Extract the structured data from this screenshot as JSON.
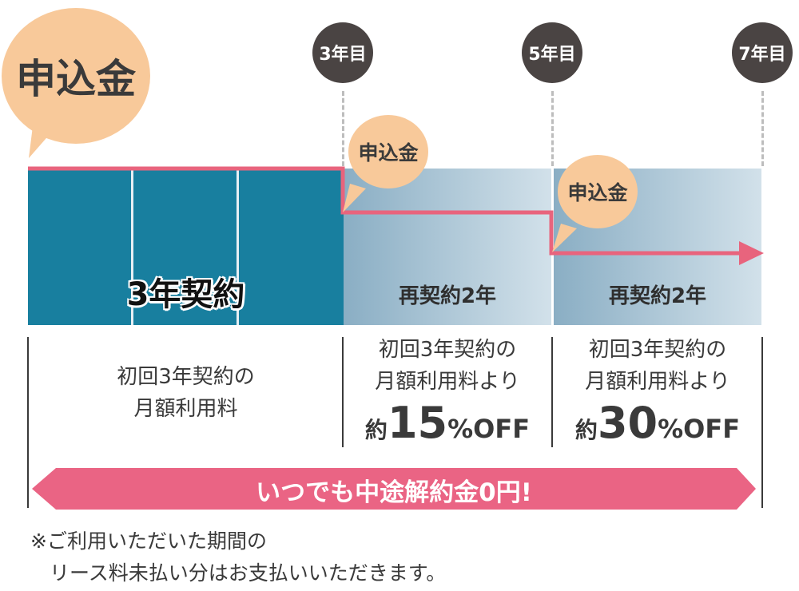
{
  "application_fee_big": "申込金",
  "application_fee_small_1": "申込金",
  "application_fee_small_2": "申込金",
  "year_markers": [
    "3年目",
    "5年目",
    "7年目"
  ],
  "initial_contract": {
    "title": "3年契約",
    "description_line1": "初回3年契約の",
    "description_line2": "月額利用料"
  },
  "renewals": [
    {
      "title": "再契約2年",
      "line1": "初回3年契約の",
      "line2": "月額利用料より",
      "prefix": "約",
      "number": "15",
      "suffix": "%OFF"
    },
    {
      "title": "再契約2年",
      "line1": "初回3年契約の",
      "line2": "月額利用料より",
      "prefix": "約",
      "number": "30",
      "suffix": "%OFF"
    }
  ],
  "cancellation_banner": "いつでも中途解約金0円!",
  "note_line1": "※ご利用いただいた期間の",
  "note_line2": "リース料未払い分はお支払いいただきます。",
  "colors": {
    "initial_band": "#187f9f",
    "price_line": "#e8647d",
    "bubble": "#f8c99a",
    "year_circle": "#4a4443",
    "banner": "#ea6484"
  }
}
